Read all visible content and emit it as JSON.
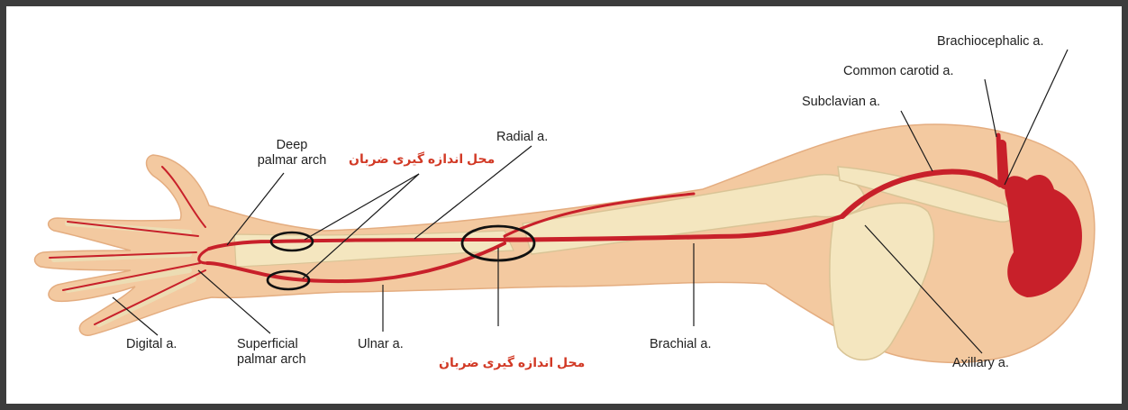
{
  "labels": {
    "brachiocephalic": "Brachiocephalic a.",
    "common_carotid": "Common carotid a.",
    "subclavian": "Subclavian a.",
    "radial": "Radial a.",
    "deep_palmar_line1": "Deep",
    "deep_palmar_line2": "palmar arch",
    "digital": "Digital a.",
    "superficial_palmar_line1": "Superficial",
    "superficial_palmar_line2": "palmar arch",
    "ulnar": "Ulnar a.",
    "brachial": "Brachial a.",
    "axillary": "Axillary a.",
    "pulse_site_top": "محل اندازه گیری ضربان",
    "pulse_site_bottom": "محل اندازه گیری ضربان"
  },
  "colors": {
    "artery": "#c8202a",
    "skin": "#f3c9a0",
    "bone": "#f4e6bf",
    "label_text": "#1f1f1f",
    "annotation_text": "#d23a26",
    "frame": "#3c3c3c"
  }
}
